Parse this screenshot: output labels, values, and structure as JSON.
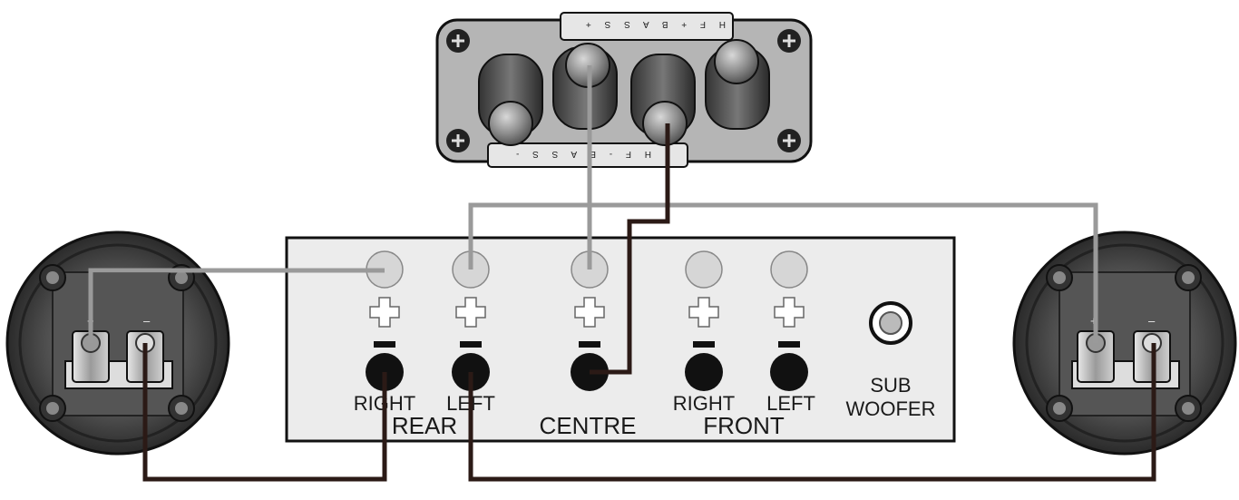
{
  "amplifier_panel": {
    "plus_glyph": "+",
    "minus_glyph": "−",
    "labels": {
      "rear_right": "RIGHT",
      "rear_left": "LEFT",
      "rear": "REAR",
      "centre": "CENTRE",
      "front_right": "RIGHT",
      "front_left": "LEFT",
      "front": "FRONT",
      "sub_line1": "SUB",
      "sub_line2": "WOOFER"
    }
  },
  "centre_speaker_plate": {
    "top_label": "H F + B A S S +",
    "bottom_label": "H F - B A S S -"
  },
  "rear_speaker_terminals": {
    "plus_label": "+",
    "minus_label": "–"
  },
  "wire_colors": {
    "positive": "#9a9a9a",
    "negative": "#2b1a16"
  }
}
